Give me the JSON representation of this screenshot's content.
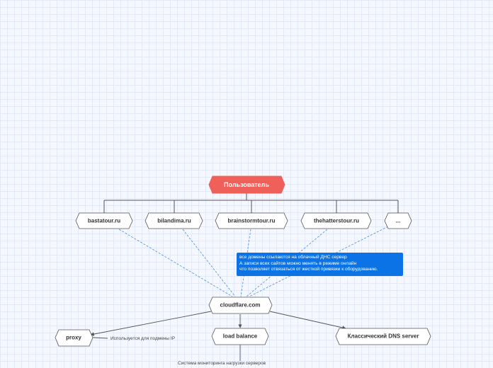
{
  "root": {
    "label": "Пользователь",
    "color": "#f0605a"
  },
  "domains": [
    {
      "label": "bastatour.ru"
    },
    {
      "label": "bilandima.ru"
    },
    {
      "label": "brainstormtour.ru"
    },
    {
      "label": "thehatterstour.ru"
    },
    {
      "label": "..."
    }
  ],
  "hub": {
    "label": "cloudflare.com"
  },
  "children": {
    "proxy": {
      "label": "proxy",
      "note": "Используется для подмены IP"
    },
    "load_balance": {
      "label": "load balance",
      "note": "Система мониторинга нагрузки серверов"
    },
    "dns": {
      "label": "Классический DNS server"
    }
  },
  "callout": {
    "lines": [
      "все домены ссылаются на облачный ДНС сервер",
      "А записи всех сайтов можно менять в режиме онлайн",
      "что позволяет   отвязаться от жесткой привязки к оборудованию."
    ],
    "color": "#0b73e6"
  },
  "colors": {
    "node_fill": "#ffffff",
    "node_stroke": "#555555",
    "dashed_link": "#4a90d9",
    "tree_line": "#555555"
  }
}
